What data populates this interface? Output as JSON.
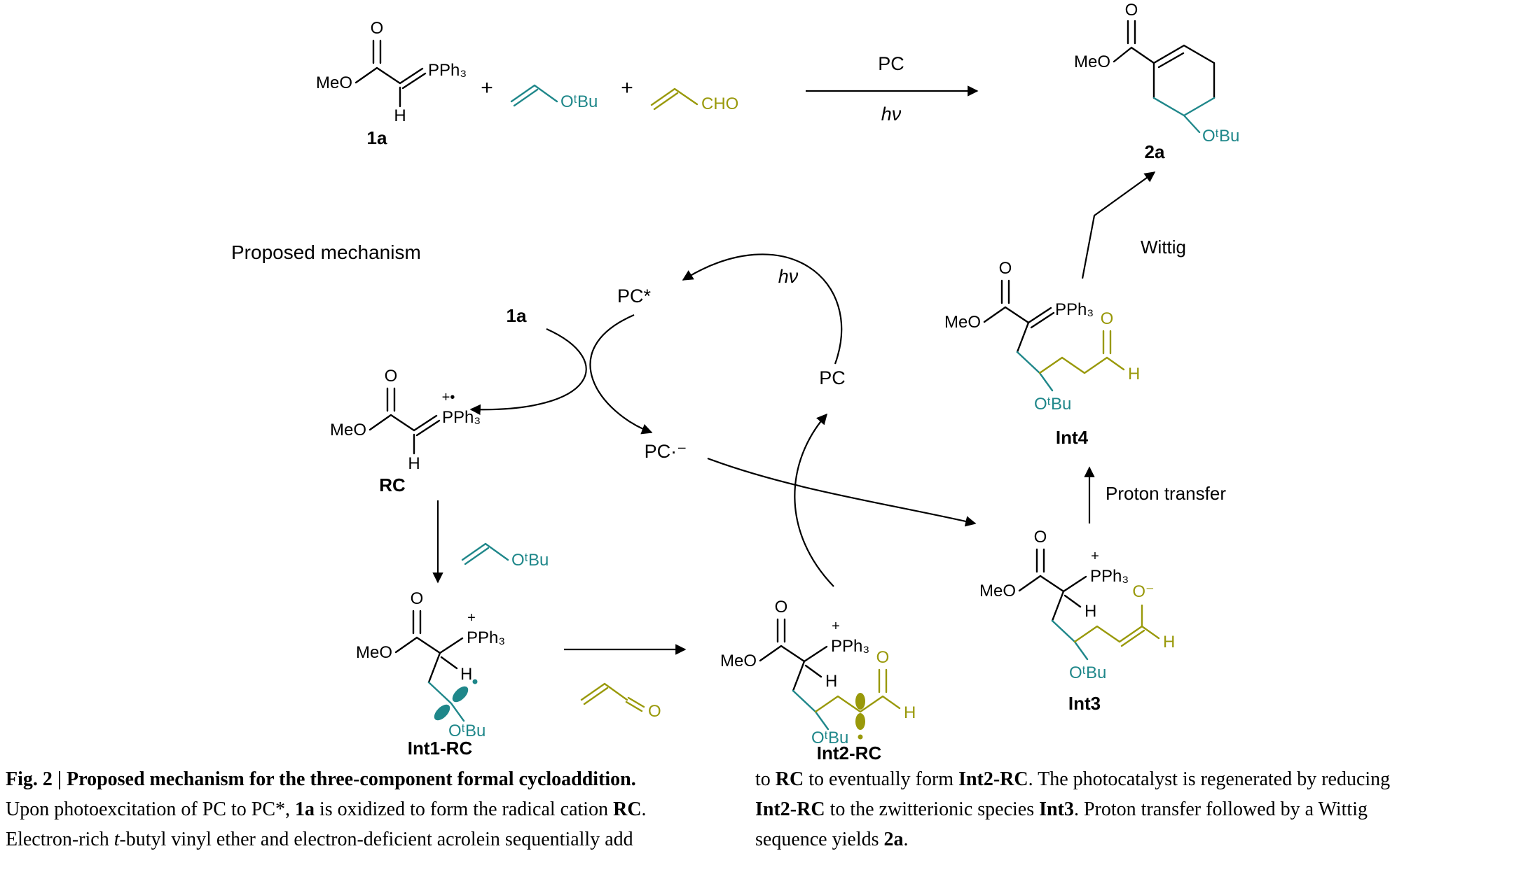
{
  "colors": {
    "teal": "#1f878a",
    "olive": "#99990a",
    "ink": "#000000"
  },
  "scheme": {
    "labels": {
      "meo": "MeO",
      "o": "O",
      "pph3": "PPh₃",
      "h": "H",
      "otbu": "OᵗBu",
      "cho": "CHO",
      "plus": "+",
      "plus_charge": "+",
      "radical_cation": "+•",
      "o_minus": "O⁻",
      "pc": "PC",
      "pc_star": "PC*",
      "pc_radical_anion": "PC·⁻",
      "hv": "hν",
      "compound_1a": "1a",
      "compound_2a": "2a",
      "rc": "RC",
      "int1": "Int1-RC",
      "int2": "Int2-RC",
      "int3": "Int3",
      "int4": "Int4",
      "wittig": "Wittig",
      "proton_transfer": "Proton transfer",
      "proposed_mechanism": "Proposed mechanism"
    }
  },
  "caption": {
    "left": {
      "l1": "Fig. 2 | Proposed mechanism for the three-component formal cycloaddition.",
      "l2a": "Upon photoexcitation of PC to PC*, ",
      "l2b": "1a",
      "l2c": " is oxidized to form the radical cation ",
      "l2d": "RC",
      "l2e": ".",
      "l3a": "Electron-rich ",
      "l3b": "t",
      "l3c": "-butyl vinyl ether and electron-deficient acrolein sequentially add"
    },
    "right": {
      "r1a": "to ",
      "r1b": "RC",
      "r1c": " to eventually form ",
      "r1d": "Int2-RC",
      "r1e": ". The photocatalyst is regenerated by reducing",
      "r2a": "Int2-RC",
      "r2b": " to the zwitterionic species ",
      "r2c": "Int3",
      "r2d": ". Proton transfer followed by a Wittig",
      "r3a": "sequence yields ",
      "r3b": "2a",
      "r3c": "."
    }
  }
}
